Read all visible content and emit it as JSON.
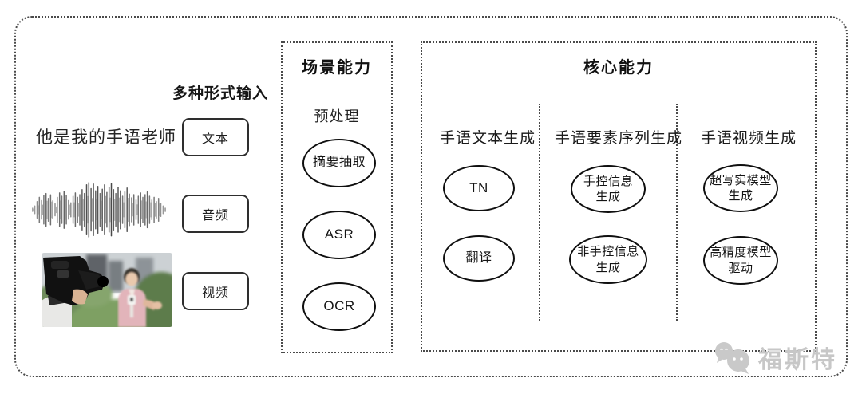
{
  "input_section": {
    "label": "多种形式输入",
    "text_item": {
      "sample": "他是我的手语老师",
      "tag": "文本"
    },
    "audio_item": {
      "tag": "音频"
    },
    "video_item": {
      "tag": "视频"
    }
  },
  "scene_capability": {
    "title": "场景能力",
    "subtitle": "预处理",
    "nodes": [
      "摘要抽取",
      "ASR",
      "OCR"
    ]
  },
  "core_capability": {
    "title": "核心能力",
    "columns": [
      {
        "header": "手语文本生成",
        "nodes": [
          "TN",
          "翻译"
        ]
      },
      {
        "header": "手语要素序列生成",
        "nodes": [
          "手控信息\n生成",
          "非手控信息\n生成"
        ]
      },
      {
        "header": "手语视频生成",
        "nodes": [
          "超写实模型\n生成",
          "高精度模型\n驱动"
        ]
      }
    ]
  },
  "watermark": {
    "text": "福斯特"
  },
  "colors": {
    "stroke": "#2e2e2e",
    "dotted_border": "#4a4a4a",
    "node_border": "#0f0f0f",
    "watermark_gray": "#c7c7c7",
    "background": "#ffffff"
  }
}
